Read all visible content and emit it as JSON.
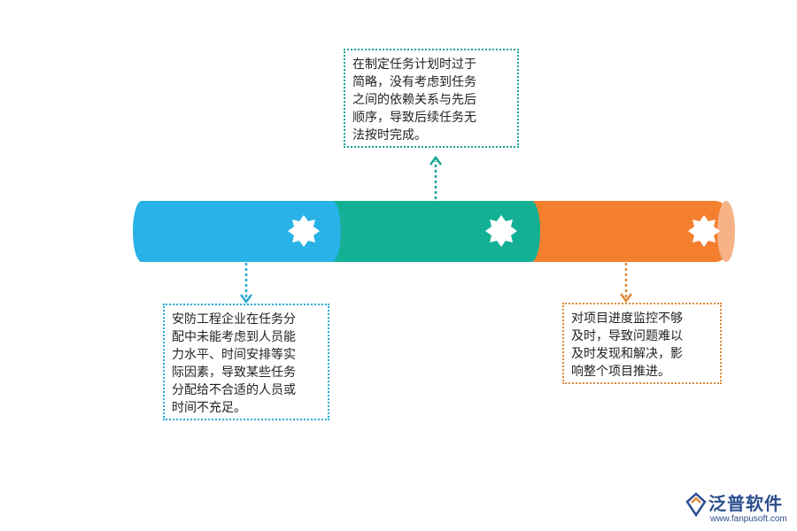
{
  "notes": {
    "top": "在制定任务计划时过于\n简略，没有考虑到任务\n之间的依赖关系与先后\n顺序，导致后续任务无\n法按时完成。",
    "left": "安防工程企业在任务分\n配中未能考虑到人员能\n力水平、时间安排等实\n际因素，导致某些任务\n分配给不合适的人员或\n时间不充足。",
    "right": "对项目进度监控不够\n及时，导致问题难以\n及时发现和解决，影\n响整个项目推进。"
  },
  "segments": [
    {
      "color": "#29b2e8",
      "connector_color": "#29a9d6"
    },
    {
      "color": "#13b095",
      "connector_color": "#1aa394"
    },
    {
      "color": "#f47f2e",
      "connector_color": "#e0893a"
    }
  ],
  "logo": {
    "name": "泛普软件",
    "url": "www.fanpusoft.com"
  }
}
